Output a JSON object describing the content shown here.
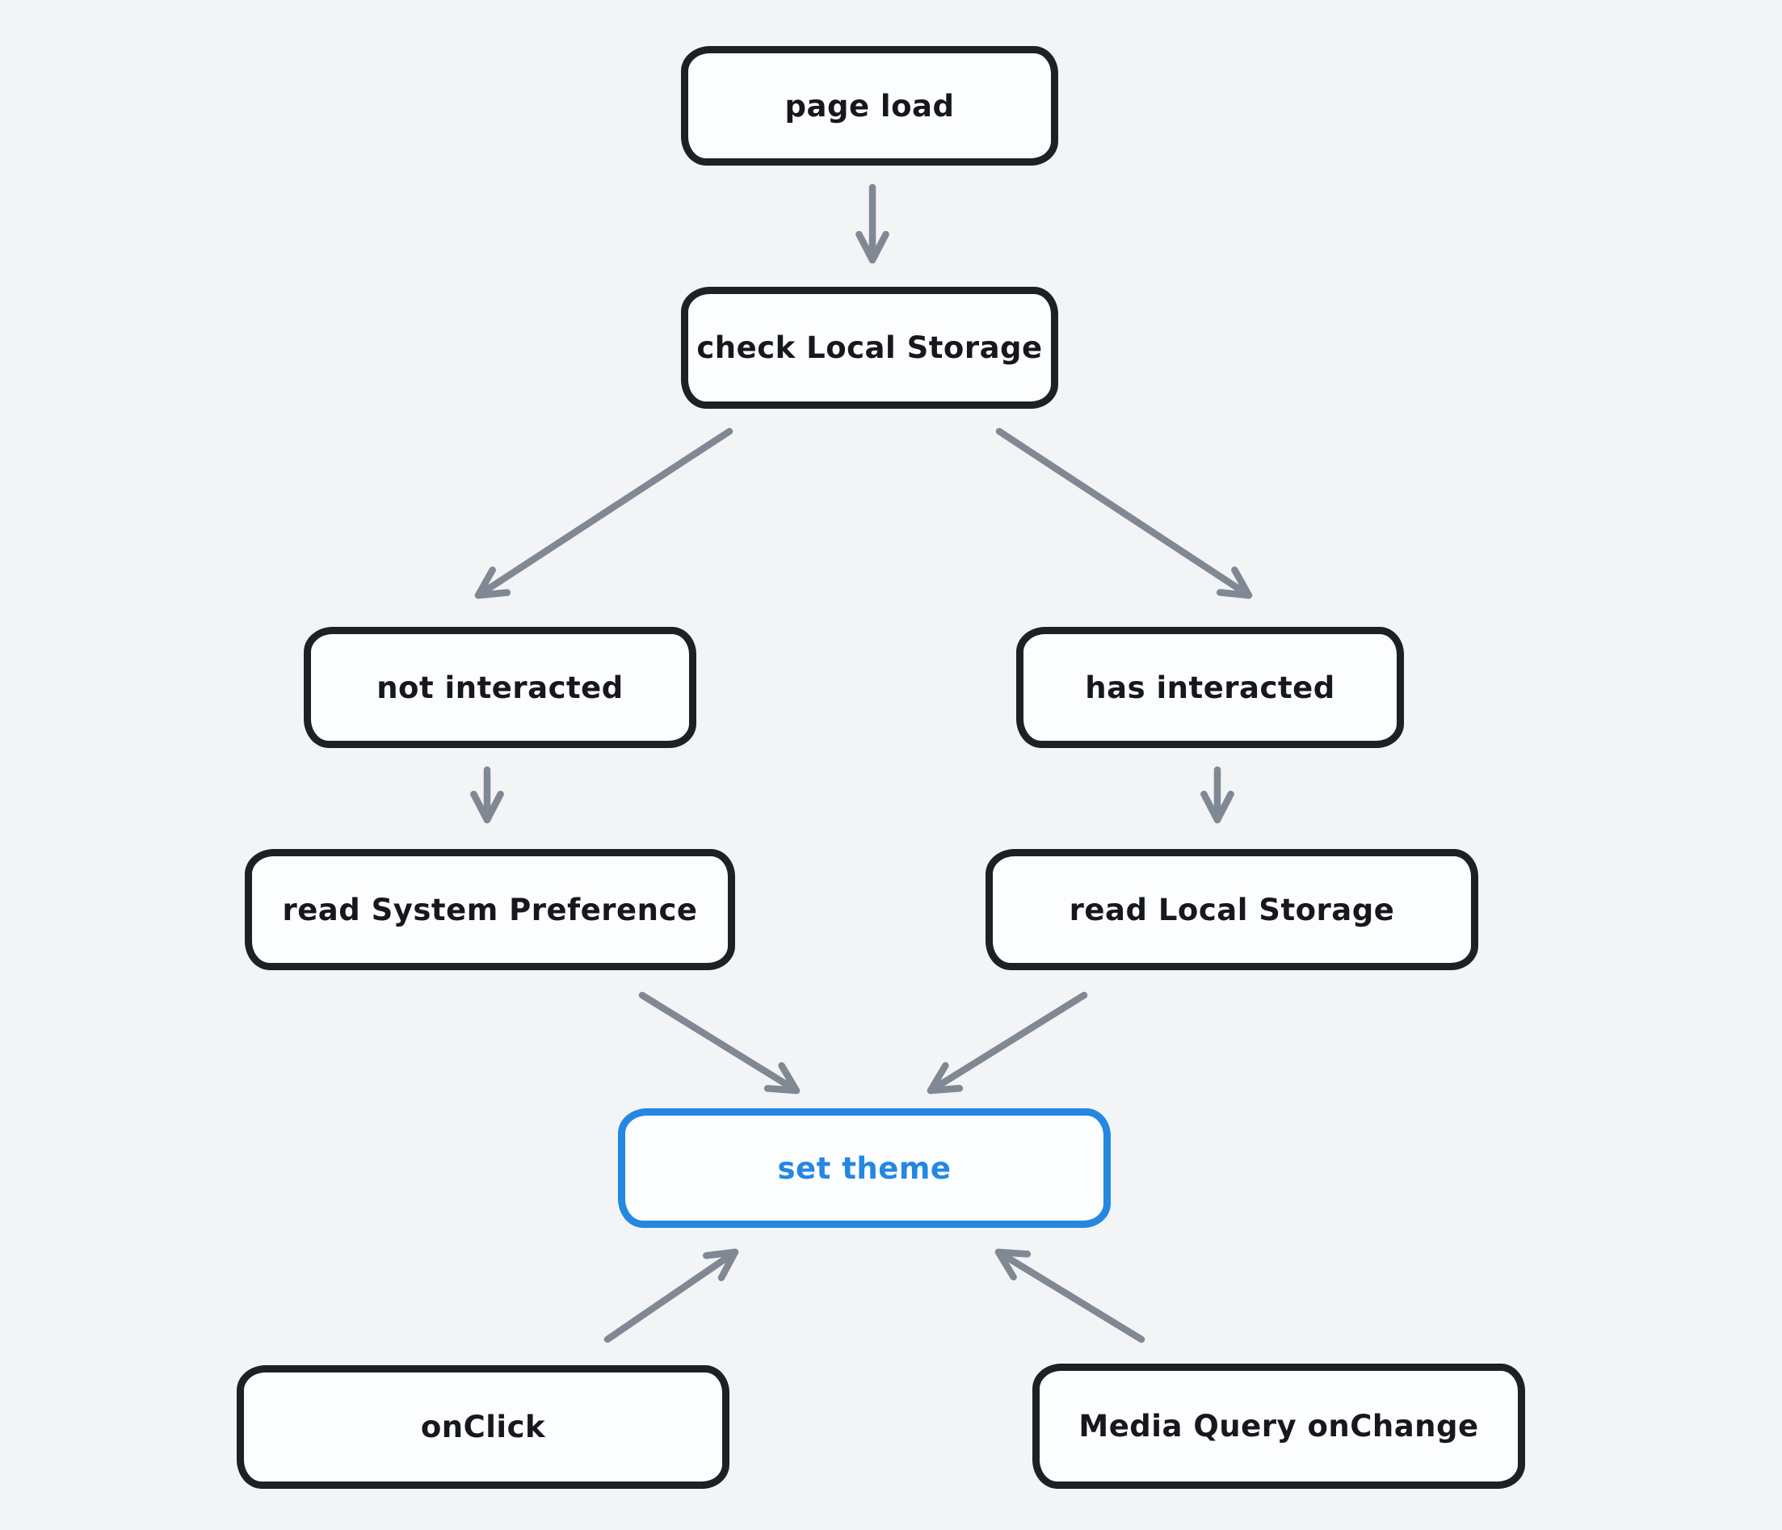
{
  "diagram": {
    "title": "theme initialization flowchart",
    "colors": {
      "background": "#f3f4f6",
      "node_fill": "#fcfdfe",
      "node_stroke": "#1d2025",
      "node_text": "#16181d",
      "accent": "#2487e2",
      "arrow": "#808893"
    },
    "nodes": [
      {
        "id": "page-load",
        "label": "page load",
        "variant": "default"
      },
      {
        "id": "check-local-storage",
        "label": "check Local Storage",
        "variant": "default"
      },
      {
        "id": "not-interacted",
        "label": "not interacted",
        "variant": "default"
      },
      {
        "id": "has-interacted",
        "label": "has interacted",
        "variant": "default"
      },
      {
        "id": "read-system-preference",
        "label": "read System Preference",
        "variant": "default"
      },
      {
        "id": "read-local-storage",
        "label": "read Local Storage",
        "variant": "default"
      },
      {
        "id": "set-theme",
        "label": "set theme",
        "variant": "accent"
      },
      {
        "id": "onclick",
        "label": "onClick",
        "variant": "default"
      },
      {
        "id": "media-query-onchange",
        "label": "Media Query onChange",
        "variant": "default"
      }
    ],
    "edges": [
      {
        "from": "page-load",
        "to": "check-local-storage"
      },
      {
        "from": "check-local-storage",
        "to": "not-interacted"
      },
      {
        "from": "check-local-storage",
        "to": "has-interacted"
      },
      {
        "from": "not-interacted",
        "to": "read-system-preference"
      },
      {
        "from": "has-interacted",
        "to": "read-local-storage"
      },
      {
        "from": "read-system-preference",
        "to": "set-theme"
      },
      {
        "from": "read-local-storage",
        "to": "set-theme"
      },
      {
        "from": "onclick",
        "to": "set-theme"
      },
      {
        "from": "media-query-onchange",
        "to": "set-theme"
      }
    ]
  }
}
